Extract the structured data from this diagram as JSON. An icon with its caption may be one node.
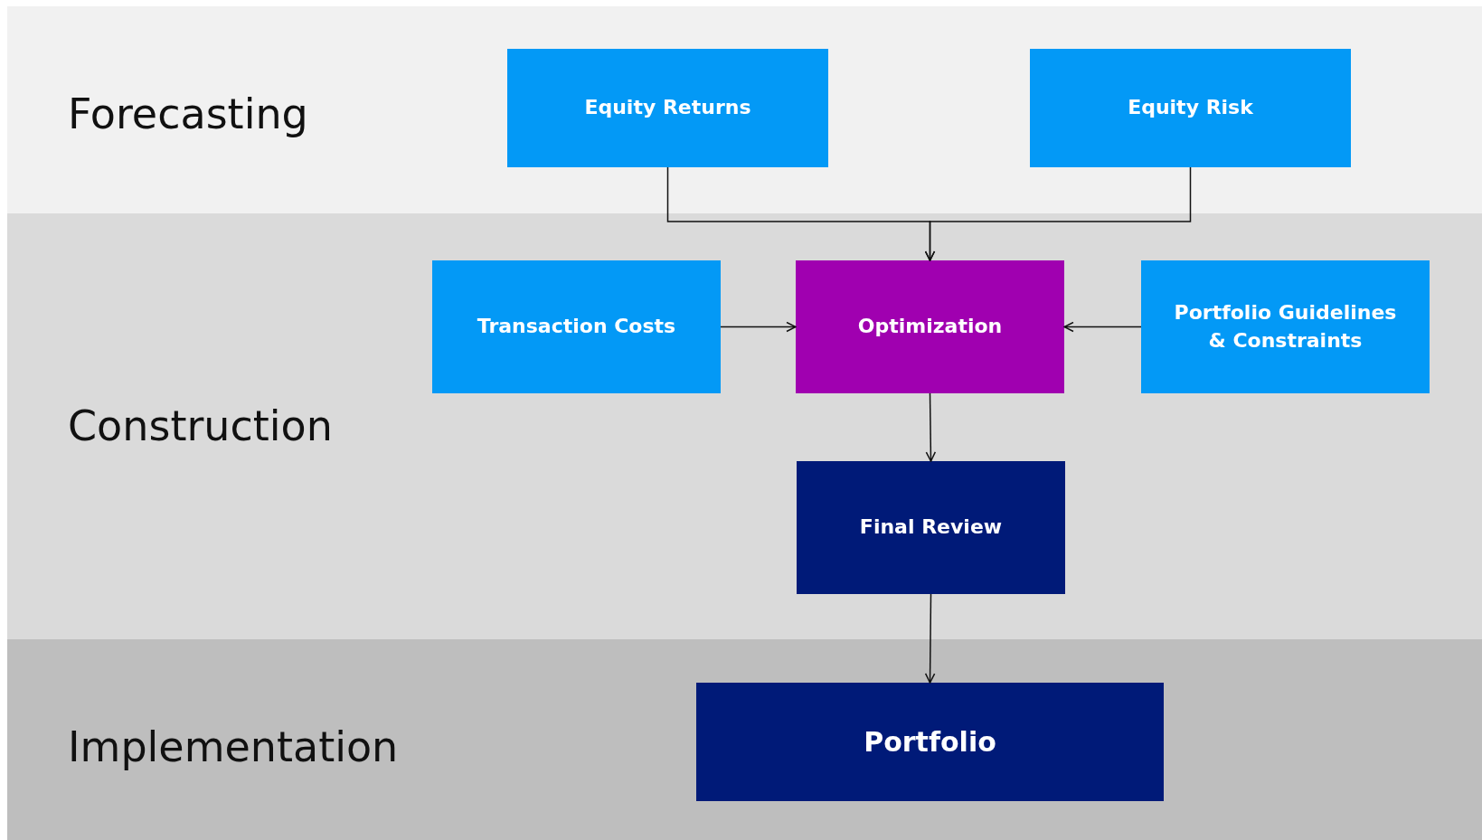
{
  "diagram": {
    "nodes": [
      {
        "text": [
          "Forecasting"
        ]
      },
      {
        "text": [
          "Equity Returns"
        ],
        "in": 0
      },
      {
        "text": [
          "Equity Risk"
        ],
        "in": 0
      },
      {
        "text": [
          "Construction"
        ]
      },
      {
        "text": [
          "Transaction Costs"
        ],
        "in": 3
      },
      {
        "text": [
          "Optimization"
        ],
        "in": 3
      },
      {
        "text": [
          "Portfolio Guidelines & Constraints"
        ],
        "in": 3
      },
      {
        "text": [
          "Final Review"
        ],
        "in": 3
      },
      {
        "text": [
          "Implementation"
        ]
      },
      {
        "text": [
          "Portfolio"
        ],
        "in": 8
      }
    ],
    "edges": [
      {
        "from": 1,
        "to": 5,
        "arrow": "to"
      },
      {
        "from": 2,
        "to": 5,
        "arrow": "to"
      },
      {
        "from": 4,
        "to": 5,
        "arrow": "to"
      },
      {
        "from": 6,
        "to": 5,
        "arrow": "to"
      },
      {
        "from": 5,
        "to": 7,
        "arrow": "to"
      },
      {
        "from": 7,
        "to": 9,
        "arrow": "to"
      }
    ]
  }
}
